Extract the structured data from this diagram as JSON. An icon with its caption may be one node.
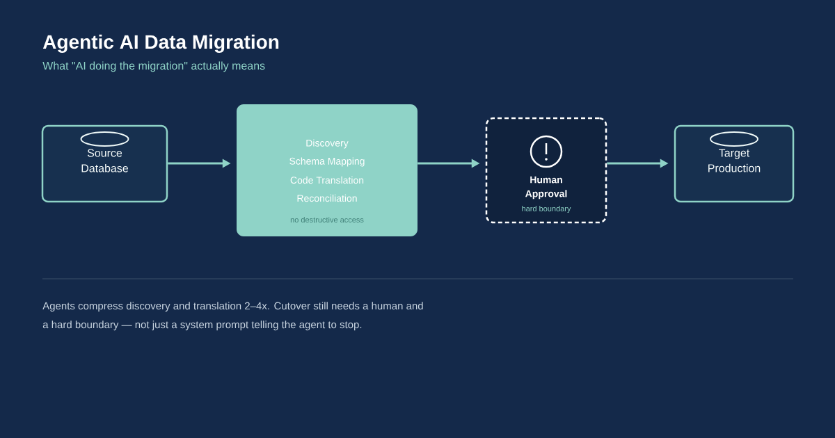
{
  "diagram": {
    "title": "Agentic AI Data Migration",
    "caption": "What \"AI doing the migration\" actually means",
    "nodes": [
      {
        "text": [
          "Source Database"
        ]
      },
      {
        "text": [
          "Discovery",
          "Schema Mapping",
          "Code Translation",
          "Reconciliation",
          "no destructive access"
        ]
      },
      {
        "text": [
          "Human Approval",
          "hard boundary"
        ]
      },
      {
        "text": [
          "Target Production"
        ]
      }
    ],
    "edges": [
      {
        "from": 0,
        "to": 1,
        "arrow": "to"
      },
      {
        "from": 1,
        "to": 2,
        "arrow": "to"
      },
      {
        "from": 2,
        "to": 3,
        "arrow": "to"
      }
    ],
    "labels": [
      "Agents compress discovery and translation 2–4x. Cutover still needs a human and a hard boundary — not just a system prompt telling the agent to stop."
    ]
  }
}
